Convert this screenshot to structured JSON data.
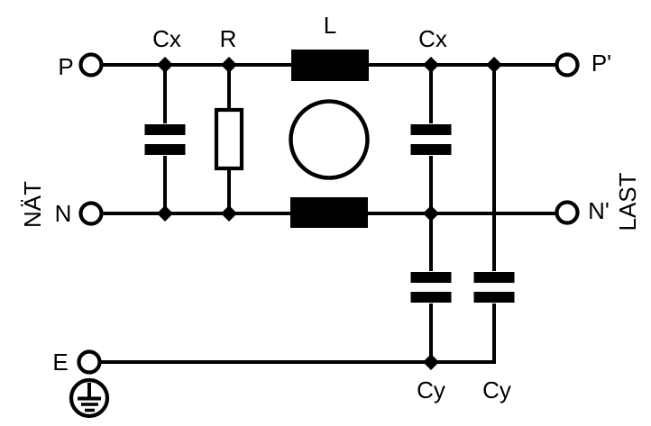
{
  "diagram_kind": "line-filter-schematic",
  "colors": {
    "line": "#000000",
    "background": "#ffffff",
    "component_fill": "#000000"
  },
  "labels": {
    "p_in": "P",
    "n_in": "N",
    "e_in": "E",
    "p_out": "P'",
    "n_out": "N'",
    "mains": "NÄT",
    "load": "LAST",
    "cx_input": "Cx",
    "resistor": "R",
    "choke": "L",
    "cx_output": "Cx",
    "cy_left": "Cy",
    "cy_right": "Cy"
  }
}
